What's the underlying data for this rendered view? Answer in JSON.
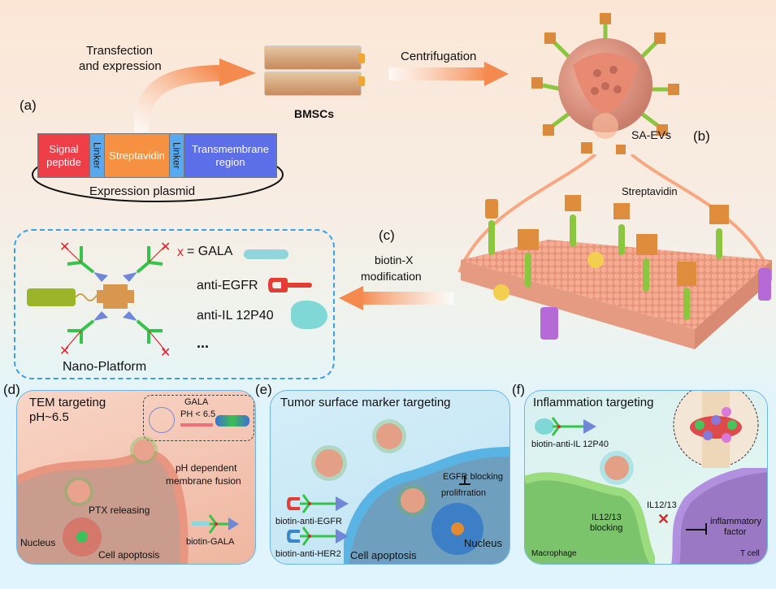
{
  "panel_a": {
    "letter": "(a)",
    "arrow_label_line1": "Transfection",
    "arrow_label_line2": "and expression",
    "cells_label": "BMSCs",
    "plasmid_label": "Expression plasmid",
    "segments": [
      {
        "label_line1": "Signal",
        "label_line2": "peptide",
        "color": "#ee3e48"
      },
      {
        "label_line1": "Linker",
        "label_line2": "",
        "color": "#5aa8ee"
      },
      {
        "label_line1": "Streptavidin",
        "label_line2": "",
        "color": "#f59140"
      },
      {
        "label_line1": "Linker",
        "label_line2": "",
        "color": "#5aa8ee"
      },
      {
        "label_line1": "Transmembrane",
        "label_line2": "region",
        "color": "#5c6fe8"
      }
    ]
  },
  "panel_b": {
    "letter": "(b)",
    "arrow_label": "Centrifugation",
    "vesicle_label": "SA-EVs"
  },
  "panel_c": {
    "letter": "(c)",
    "streptavidin_label": "Streptavidin",
    "arrow_label_line1": "biotin-X",
    "arrow_label_line2": "modification",
    "nano_platform_label": "Nano-Platform",
    "x_symbol": "x",
    "legend": [
      {
        "label": "= GALA"
      },
      {
        "label": "anti-EGFR"
      },
      {
        "label": "anti-IL 12P40"
      },
      {
        "label": "..."
      }
    ]
  },
  "panel_d": {
    "letter": "(d)",
    "title_line1": "TEM targeting",
    "title_line2": "pH~6.5",
    "inset_title": "GALA",
    "inset_condition": "PH < 6.5",
    "fusion_line1": "pH dependent",
    "fusion_line2": "membrane fusion",
    "ptx_label": "PTX releasing",
    "nucleus_label": "Nucleus",
    "apoptosis_label": "Cell apoptosis",
    "conjugate_label": "biotin-GALA"
  },
  "panel_e": {
    "letter": "(e)",
    "title": "Tumor surface marker  targeting",
    "blocking_label": "EGFR blocking",
    "proliferation_label": "prolifrration",
    "conjugate1_label": "biotin-anti-EGFR",
    "conjugate2_label": "biotin-anti-HER2",
    "apoptosis_label": "Cell apoptosis",
    "nucleus_label": "Nucleus"
  },
  "panel_f": {
    "letter": "(f)",
    "title": "Inflammation targeting",
    "conjugate_label": "biotin-anti-IL 12P40",
    "cytokine_label": "IL12/13",
    "blocking_line1": "IL12/13",
    "blocking_line2": "blocking",
    "inflammatory_line1": "inflammatory",
    "inflammatory_line2": "factor",
    "macrophage_label": "Macrophage",
    "tcell_label": "T cell"
  },
  "colors": {
    "arrow_orange": "#f58a4e",
    "dash_blue": "#3aa0e6",
    "streptavidin": "#e0913f",
    "anchor_green": "#8cc63f"
  }
}
